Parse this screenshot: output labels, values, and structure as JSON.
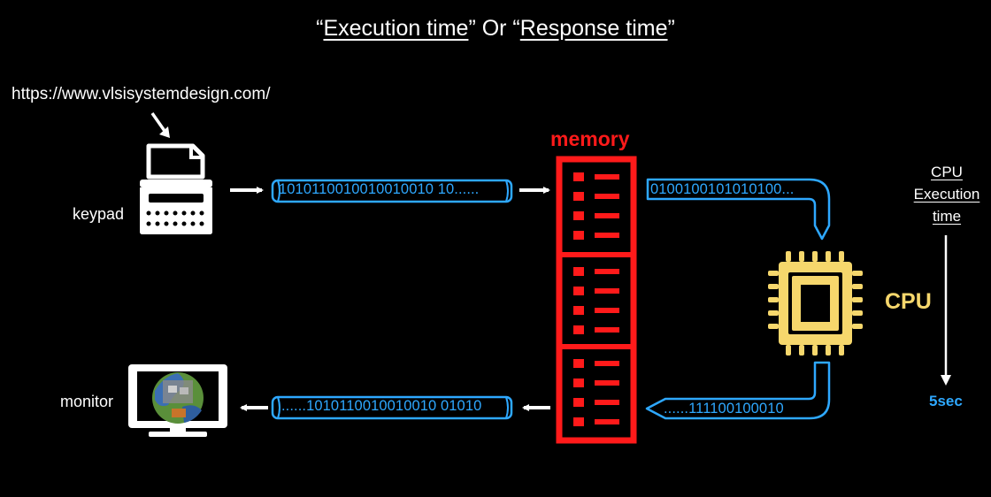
{
  "title": {
    "open_quote": "“",
    "term1": "Execution time",
    "mid": "” Or “",
    "term2": "Response time",
    "close_quote": "”"
  },
  "url": "https://www.vlsisystemdesign.com/",
  "keypad_label": "keypad",
  "monitor_label": "monitor",
  "memory_label": "memory",
  "cpu_label": "CPU",
  "cpu_execution_time": [
    "CPU",
    "Execution",
    "time"
  ],
  "duration": "5sec",
  "streams": {
    "keypad_to_memory": "1010110010010010010 10......",
    "memory_to_cpu": "0100100101010100...",
    "cpu_to_memory": "......111100100010",
    "memory_to_monitor": "......1010110010010010 01010"
  },
  "colors": {
    "background": "#000000",
    "memory": "#ff1a1a",
    "cpu": "#f6d76c",
    "stream": "#2ea8ff",
    "text": "#ffffff"
  }
}
